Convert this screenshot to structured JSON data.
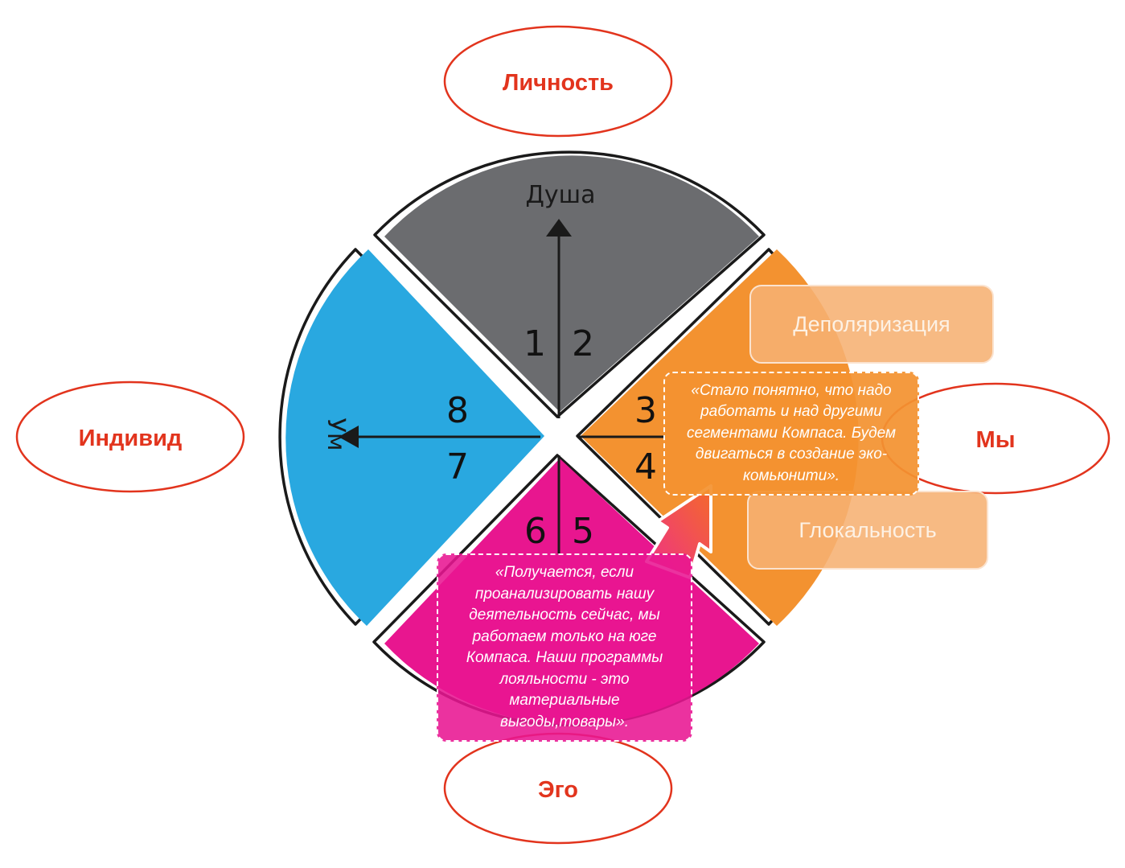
{
  "ovals": {
    "top": "Личность",
    "left": "Индивид",
    "right": "Мы",
    "bottom": "Эго"
  },
  "axes": {
    "up": "Душа",
    "left": "Ум"
  },
  "numbers": {
    "n1": "1",
    "n2": "2",
    "n3": "3",
    "n4": "4",
    "n5": "5",
    "n6": "6",
    "n7": "7",
    "n8": "8"
  },
  "boxes": {
    "depolarization": "Деполяризация",
    "glocality": "Глокальность"
  },
  "quotes": {
    "right": "«Стало понятно, что надо работать и над другими сегментами Компаса. Будем двигаться в создание эко-комьюнити».",
    "bottom": "«Получается, если проанализировать нашу деятельность сейчас, мы работаем только на юге Компаса. Наши программы лояльности -  это материальные выгоды,товары»."
  },
  "colors": {
    "top_sector": "#6b6c6f",
    "left_sector": "#29a8e0",
    "right_sector": "#f39230",
    "bottom_sector": "#e8168f",
    "oval_stroke": "#e2341d",
    "oval_text": "#e2341d",
    "box_fill": "#f6b072"
  }
}
